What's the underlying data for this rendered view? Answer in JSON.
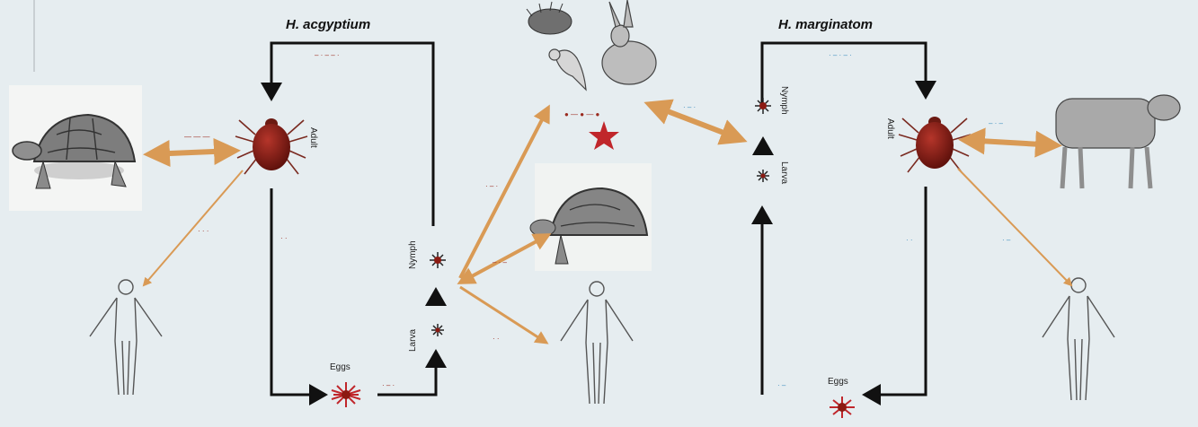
{
  "diagram": {
    "species_left": "H. acgyptium",
    "species_right": "H. marginatom",
    "left_cycle": {
      "adult_label": "Adult",
      "eggs_label": "Eggs",
      "larva_label": "Larva",
      "nymph_label": "Nymph"
    },
    "right_cycle": {
      "adult_label": "Adult",
      "eggs_label": "Eggs",
      "larva_label": "Larva",
      "nymph_label": "Nymph"
    },
    "hosts": [
      "tortoise",
      "hedgehog",
      "hare",
      "bird",
      "human",
      "cow"
    ],
    "colors": {
      "background": "#e6edf0",
      "arrow_orange": "#d99a55",
      "tick_red": "#8c1a12",
      "star_red": "#c0262b",
      "cycle_black": "#111111",
      "note_blue": "#3a8bbd"
    }
  }
}
